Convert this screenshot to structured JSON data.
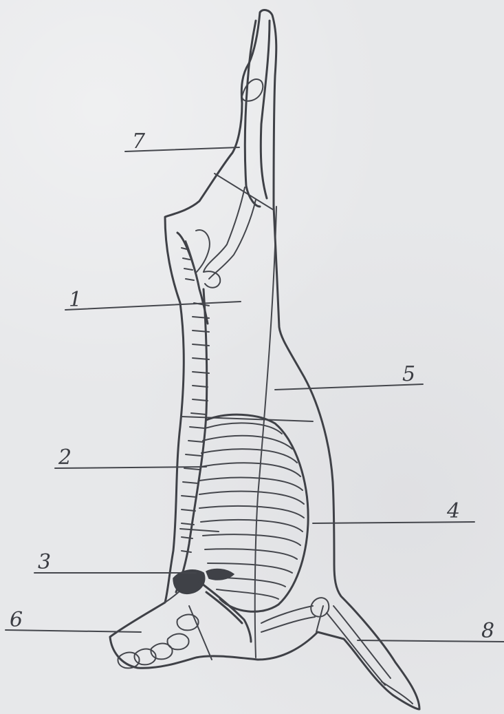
{
  "labels": {
    "l1": "1",
    "l2": "2",
    "l3": "3",
    "l4": "4",
    "l5": "5",
    "l6": "6",
    "l7": "7",
    "l8": "8"
  },
  "colors": {
    "paper": "#e7e8ea",
    "ink": "#3f4147"
  }
}
